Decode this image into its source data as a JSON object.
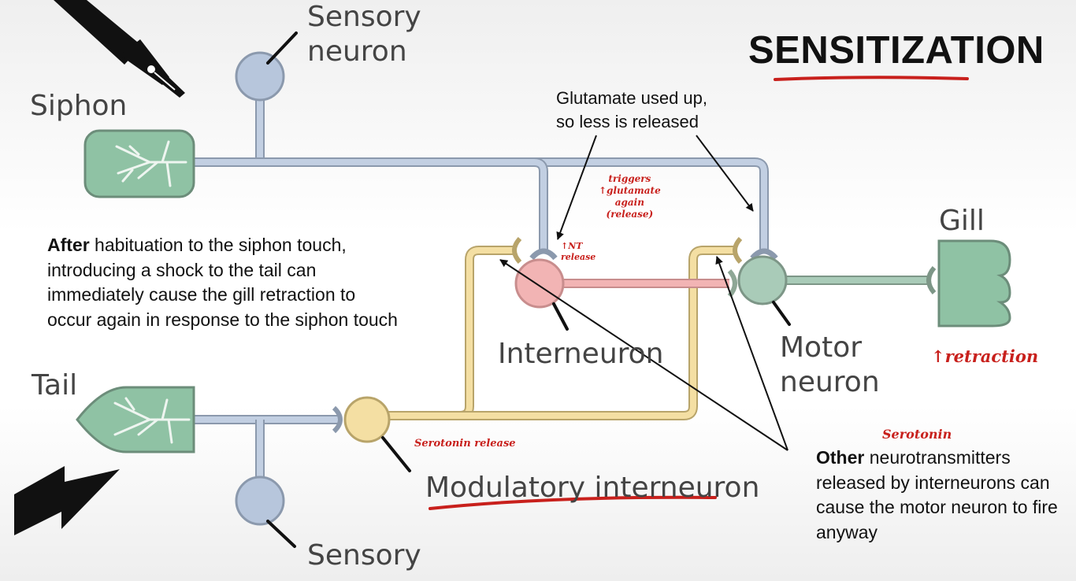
{
  "title": "SENSITIZATION",
  "labels": {
    "sensory_top": [
      "Sensory",
      "neuron"
    ],
    "siphon": "Siphon",
    "gill": "Gill",
    "tail": "Tail",
    "interneuron": "Interneuron",
    "motor_neuron": [
      "Motor",
      "neuron"
    ],
    "modulatory_interneuron": "Modulatory interneuron",
    "sensory_bottom": "Sensory"
  },
  "annotations": {
    "glutamate": [
      "Glutamate used up,",
      "so less is released"
    ],
    "after_bold": "After",
    "after_rest": " habituation to the siphon touch, introducing a shock to the tail can immediately cause the gill retraction to occur again in response to the siphon touch",
    "other_bold": "Other",
    "other_rest": " neurotransmitters released by interneurons can cause the motor neuron to fire anyway"
  },
  "handwritten": {
    "triggers": [
      "triggers",
      "↑glutamate",
      "again",
      "(release)"
    ],
    "nt_release": [
      "↑NT",
      "release"
    ],
    "retraction": "↑retraction",
    "serotonin_release": "Serotonin release",
    "serotonin": "Serotonin"
  },
  "icons": [
    "pen-icon",
    "lightning-icon"
  ],
  "colors": {
    "sensory": "#b7c6dc",
    "siphon_gill": "#8fc2a4",
    "interneuron": "#f2b4b4",
    "modulatory": "#f4dfa3",
    "annotation_red": "#c8201c"
  }
}
